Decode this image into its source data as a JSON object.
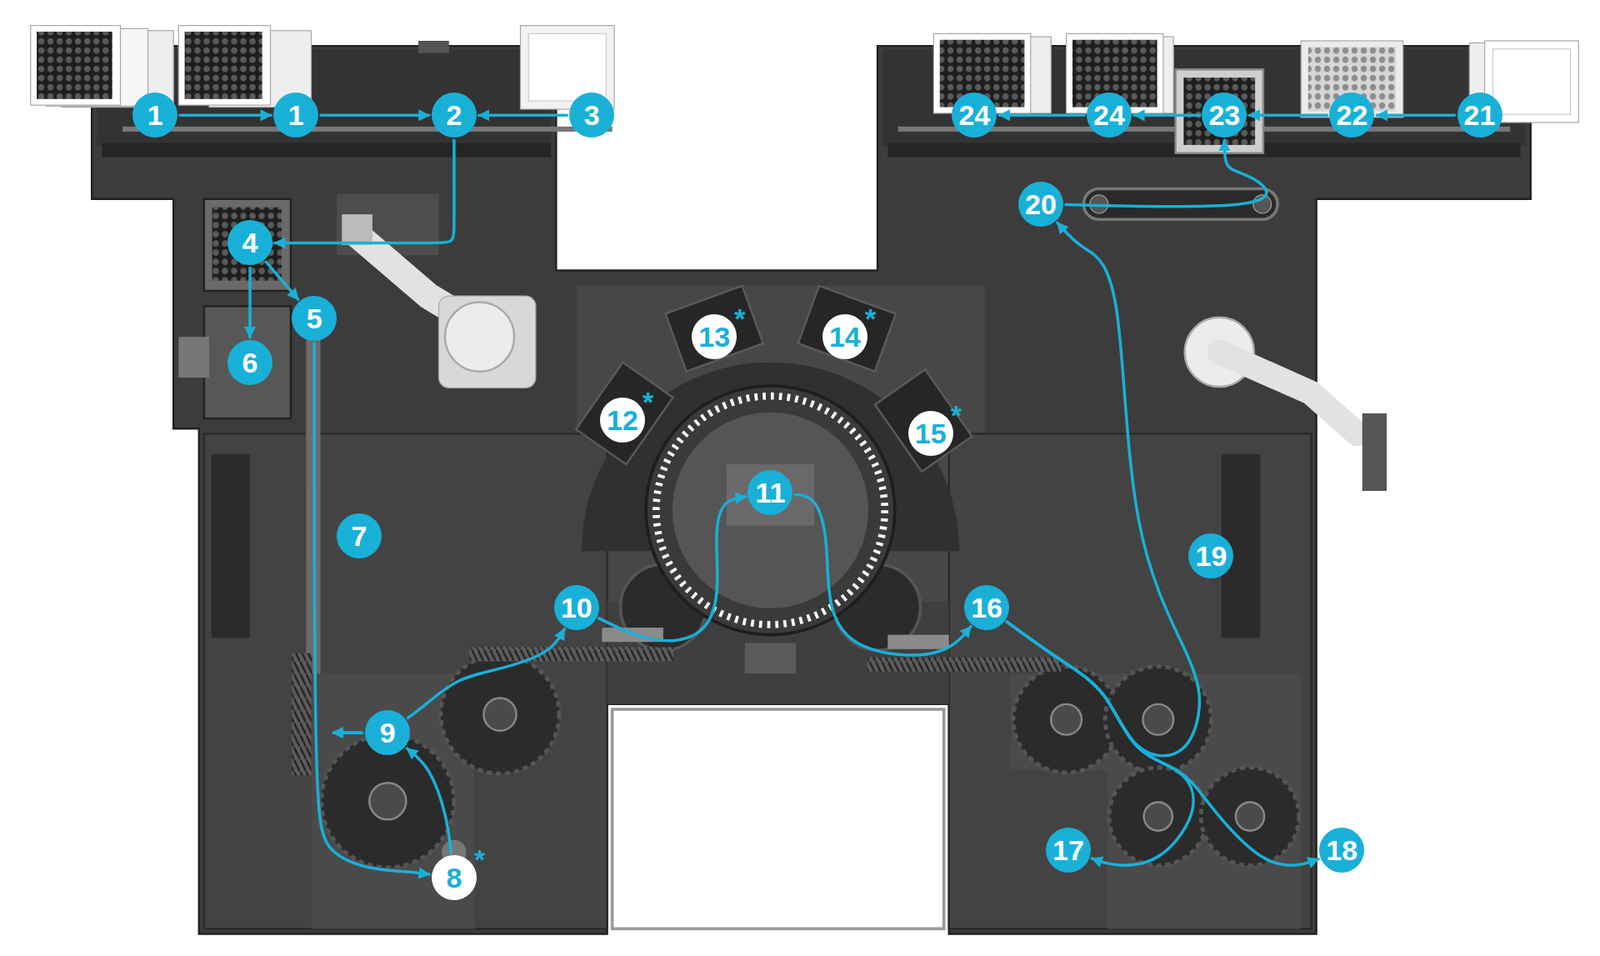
{
  "diagram": {
    "nodes": [
      {
        "text": [
          "1"
        ]
      },
      {
        "text": [
          "1"
        ]
      },
      {
        "text": [
          "2"
        ]
      },
      {
        "text": [
          "3"
        ]
      },
      {
        "text": [
          "24"
        ]
      },
      {
        "text": [
          "24"
        ]
      },
      {
        "text": [
          "23"
        ]
      },
      {
        "text": [
          "22"
        ]
      },
      {
        "text": [
          "21"
        ]
      },
      {
        "text": [
          "20"
        ]
      },
      {
        "text": [
          "4"
        ]
      },
      {
        "text": [
          "5"
        ]
      },
      {
        "text": [
          "13",
          "*"
        ]
      },
      {
        "text": [
          "14",
          "*"
        ]
      },
      {
        "text": [
          "6"
        ]
      },
      {
        "text": [
          "12",
          "*"
        ]
      },
      {
        "text": [
          "15",
          "*"
        ]
      },
      {
        "text": [
          "11"
        ]
      },
      {
        "text": [
          "7"
        ]
      },
      {
        "text": [
          "19"
        ]
      },
      {
        "text": [
          "10"
        ]
      },
      {
        "text": [
          "16"
        ]
      },
      {
        "text": [
          "9"
        ]
      },
      {
        "text": [
          "17"
        ]
      },
      {
        "text": [
          "18"
        ]
      },
      {
        "text": [
          "8",
          "*"
        ]
      }
    ],
    "edges": [
      {
        "from": 0,
        "to": 1,
        "arrow": "to"
      },
      {
        "from": 1,
        "to": 2,
        "arrow": "to"
      },
      {
        "from": 3,
        "to": 2,
        "arrow": "to"
      },
      {
        "from": 2,
        "to": 10,
        "arrow": "to"
      },
      {
        "from": 10,
        "to": 11,
        "arrow": "to"
      },
      {
        "from": 10,
        "to": 14,
        "arrow": "to"
      },
      {
        "from": 11,
        "to": 25,
        "arrow": "to"
      },
      {
        "from": 25,
        "to": 22,
        "arrow": "to"
      },
      {
        "from": 22,
        "to": 20,
        "arrow": "to"
      },
      {
        "from": 20,
        "to": 17,
        "arrow": "to"
      },
      {
        "from": 17,
        "to": 21,
        "arrow": "to"
      },
      {
        "from": 21,
        "to": 9,
        "arrow": "to"
      },
      {
        "from": 21,
        "to": 23,
        "arrow": "to"
      },
      {
        "from": 21,
        "to": 24,
        "arrow": "to"
      },
      {
        "from": 9,
        "to": 6,
        "arrow": "to"
      },
      {
        "from": 8,
        "to": 7,
        "arrow": "to"
      },
      {
        "from": 7,
        "to": 6,
        "arrow": "to"
      },
      {
        "from": 6,
        "to": 5,
        "arrow": "to"
      },
      {
        "from": 5,
        "to": 4,
        "arrow": "to"
      }
    ]
  }
}
